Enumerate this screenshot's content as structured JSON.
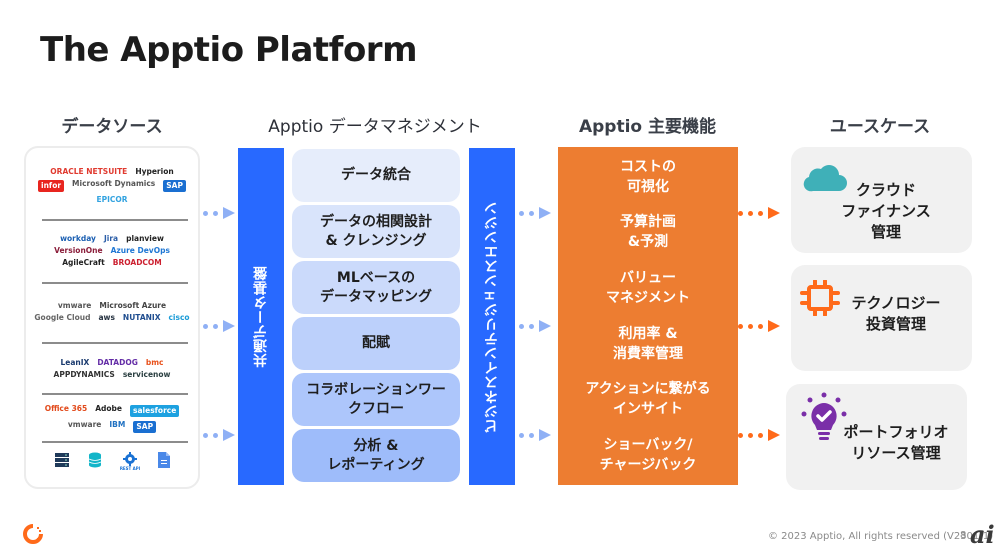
{
  "title": "The Apptio Platform",
  "columns": {
    "sources": "データソース",
    "management": "Apptio データマネジメント",
    "features": "Apptio 主要機能",
    "usecases": "ユースケース"
  },
  "data_sources": {
    "groups": [
      {
        "logos": [
          {
            "name": "ORACLE NETSUITE",
            "color": "#e03a2f"
          },
          {
            "name": "Hyperion",
            "color": "#222222"
          },
          {
            "name": "infor",
            "color": "#ffffff",
            "bg": "#e8251f"
          },
          {
            "name": "Microsoft Dynamics",
            "color": "#555555"
          },
          {
            "name": "SAP",
            "color": "#ffffff",
            "bg": "#1a6fd1"
          },
          {
            "name": "EPICOR",
            "color": "#33a3e0"
          }
        ]
      },
      {
        "logos": [
          {
            "name": "workday",
            "color": "#1b5fb2"
          },
          {
            "name": "Jira",
            "color": "#2b5ea8"
          },
          {
            "name": "planview",
            "color": "#222222"
          },
          {
            "name": "VersionOne",
            "color": "#8a1d3a"
          },
          {
            "name": "Azure DevOps",
            "color": "#1f77d4"
          },
          {
            "name": "AgileCraft",
            "color": "#222222"
          },
          {
            "name": "BROADCOM",
            "color": "#cc1f2f"
          }
        ]
      },
      {
        "logos": [
          {
            "name": "vmware",
            "color": "#555555"
          },
          {
            "name": "Microsoft Azure",
            "color": "#444444"
          },
          {
            "name": "Google Cloud",
            "color": "#666666"
          },
          {
            "name": "aws",
            "color": "#232f3e"
          },
          {
            "name": "NUTANIX",
            "color": "#1f4d8f"
          },
          {
            "name": "cisco",
            "color": "#1a9bd7"
          }
        ]
      },
      {
        "logos": [
          {
            "name": "LeanIX",
            "color": "#1a3a6e"
          },
          {
            "name": "DATADOG",
            "color": "#632ca6"
          },
          {
            "name": "bmc",
            "color": "#e8501a"
          },
          {
            "name": "APPDYNAMICS",
            "color": "#333333"
          },
          {
            "name": "servicenow",
            "color": "#293e40"
          }
        ]
      },
      {
        "logos": [
          {
            "name": "Office 365",
            "color": "#e24a1b"
          },
          {
            "name": "Adobe",
            "color": "#222222"
          },
          {
            "name": "salesforce",
            "color": "#ffffff",
            "bg": "#1da1e0"
          },
          {
            "name": "vmware",
            "color": "#555555"
          },
          {
            "name": "IBM",
            "color": "#1f70c1"
          },
          {
            "name": "SAP",
            "color": "#ffffff",
            "bg": "#1a6fd1"
          }
        ]
      },
      {
        "icons": [
          "server-icon",
          "database-icon",
          "rest-api-icon",
          "spreadsheet-file-icon"
        ],
        "rest_api_label": "REST API"
      }
    ]
  },
  "common_data_platform": "共通データ基盤",
  "bi_engine": "ビジネスインテリジェンスエンジン",
  "management_items": [
    {
      "label": "データ統合",
      "color": "#e6edfb"
    },
    {
      "label": "データの相関設計\n& クレンジング",
      "color": "#d9e4fb"
    },
    {
      "label": "MLベースの\nデータマッピング",
      "color": "#cbdafb"
    },
    {
      "label": "配賦",
      "color": "#bcd0fb"
    },
    {
      "label": "コラボレーションワー\nクフロー",
      "color": "#adc6fb"
    },
    {
      "label": "分析 &\nレポーティング",
      "color": "#9ebcfa"
    }
  ],
  "features": [
    "コストの\n可視化",
    "予算計画\n&予測",
    "バリュー\nマネジメント",
    "利用率 &\n消費率管理",
    "アクションに繋がる\nインサイト",
    "ショーバック/\nチャージバック"
  ],
  "usecases": [
    {
      "label": "クラウド\nファイナンス\n管理",
      "icon": "cloud-icon",
      "icon_color": "#3fb0b8"
    },
    {
      "label": "テクノロジー\n投資管理",
      "icon": "chip-icon",
      "icon_color": "#ff6a1a"
    },
    {
      "label": "ポートフォリオ\nリソース管理",
      "icon": "lightbulb-check-icon",
      "icon_color": "#7a2fa8"
    }
  ],
  "footer": {
    "copyright": "© 2023 Apptio, All rights reserved (V2301-1)",
    "page": "8",
    "watermark": "ai"
  },
  "colors": {
    "blue_bar": "#2869ff",
    "orange_block": "#ed7d31",
    "arrow_blue": "#8fb0f5",
    "arrow_orange": "#ff6a1a"
  }
}
